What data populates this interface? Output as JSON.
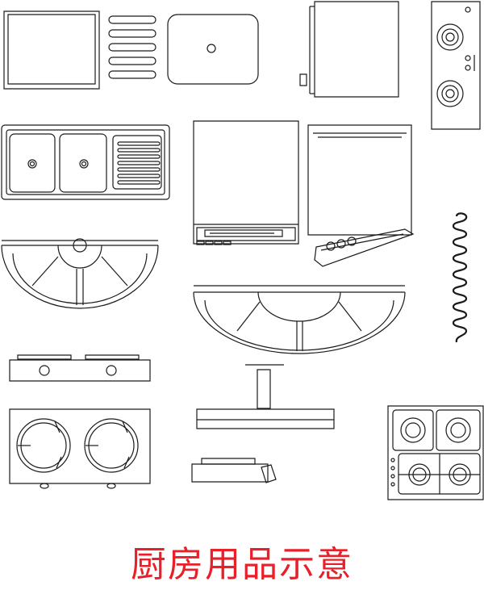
{
  "caption": "厨房用品示意",
  "colors": {
    "line": "#1a1a1a",
    "caption": "#e8202a",
    "background": "#ffffff"
  },
  "items": [
    "cutting-board",
    "sink-single",
    "refrigerator-side",
    "cooktop-two-burner-narrow",
    "sink-double-drainboard",
    "dishwasher-front",
    "dishwasher-open",
    "range-hood-semicircle-small",
    "range-hood-semicircle-large",
    "spiral-coil",
    "gas-stove-front",
    "range-hood-side",
    "gas-cooktop-top",
    "stove-side",
    "cooktop-four-burner"
  ]
}
